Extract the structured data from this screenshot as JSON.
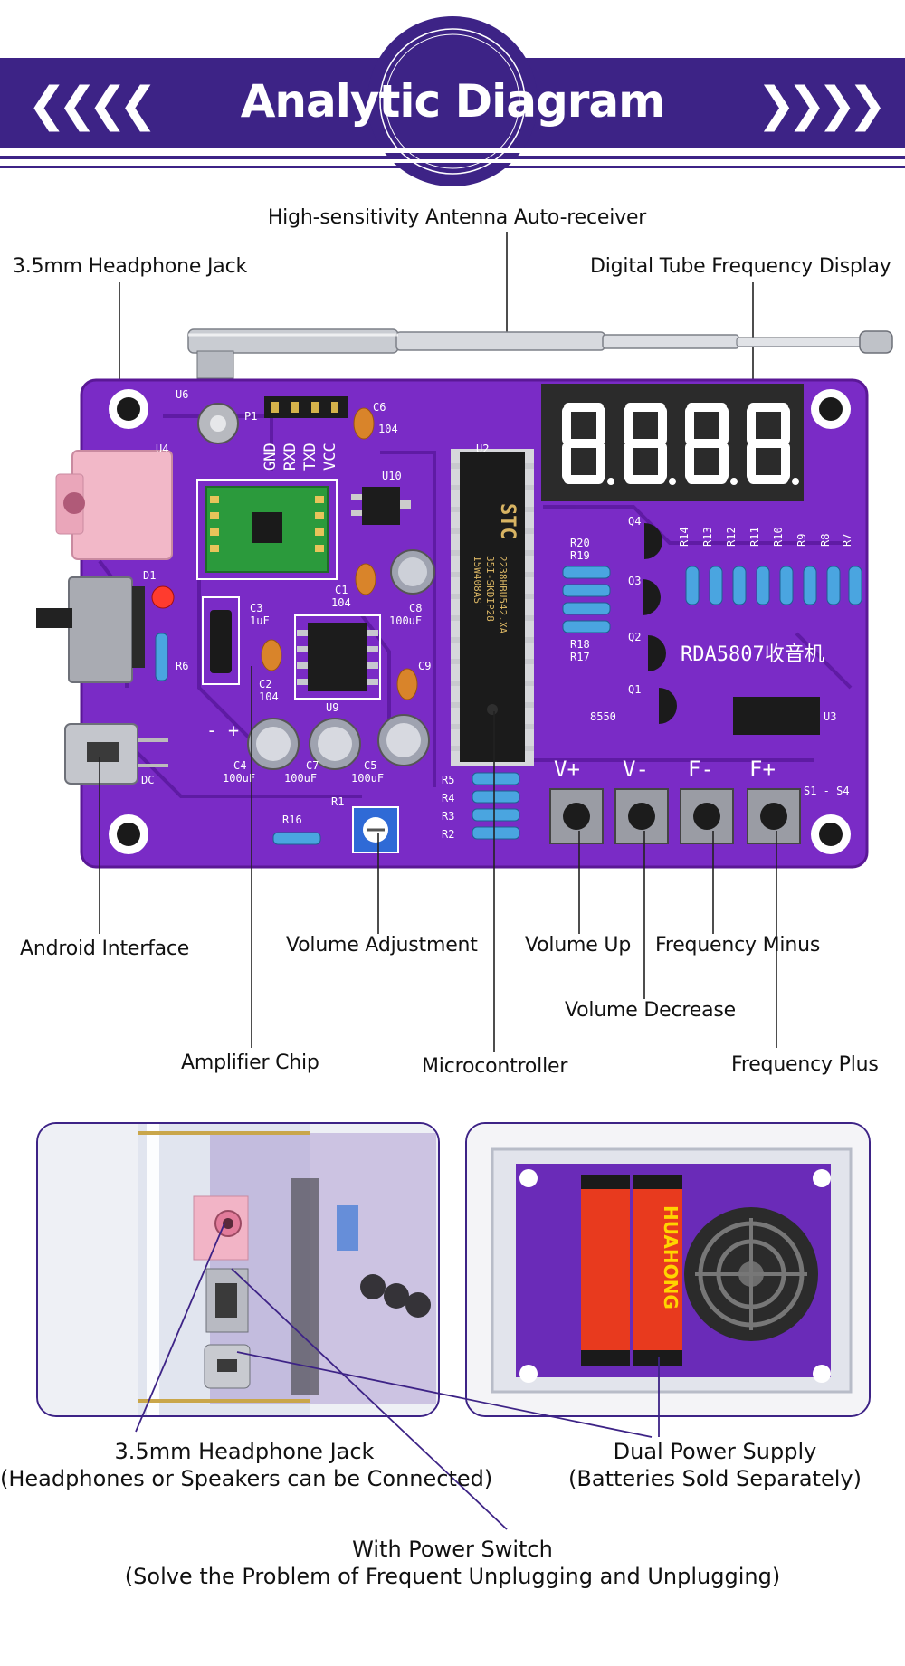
{
  "header": {
    "title": "Analytic Diagram",
    "left_arrows": "❮❮❮❮",
    "right_arrows": "❯❯❯❯"
  },
  "colors": {
    "banner": "#3d2386",
    "pcb": "#7a2bc6",
    "leader_line": "#222222",
    "photo_line": "#3d2386"
  },
  "labels": {
    "antenna": "High-sensitivity Antenna Auto-receiver",
    "headphone_jack": "3.5mm Headphone Jack",
    "display": "Digital Tube Frequency Display",
    "android": "Android Interface",
    "volume_adjust": "Volume Adjustment",
    "volume_up": "Volume Up",
    "freq_minus": "Frequency Minus",
    "volume_decrease": "Volume Decrease",
    "amplifier": "Amplifier Chip",
    "mcu": "Microcontroller",
    "freq_plus": "Frequency Plus"
  },
  "pcb": {
    "display_digits": "8.8.8.8",
    "header_pins": [
      "GND",
      "RXD",
      "TXD",
      "VCC"
    ],
    "silkscreen": {
      "u6": "U6",
      "p1": "P1",
      "c6": "C6",
      "c6v": "104",
      "u4": "U4",
      "u2": "U2",
      "u10": "U10",
      "d1": "D1",
      "r6": "R6",
      "c3": "C3",
      "c3v": "1uF",
      "c2": "C2",
      "c2v": "104",
      "c1": "C1",
      "c1v": "104",
      "c8": "C8",
      "c8v": "100uF",
      "c9": "C9",
      "u9": "U9",
      "c4": "C4",
      "c4v": "100uF",
      "c7": "C7",
      "c7v": "100uF",
      "c5": "C5",
      "c5v": "100uF",
      "r1": "R1",
      "r16": "R16",
      "r5": "R5",
      "r4": "R4",
      "r3": "R3",
      "r2": "R2",
      "dc": "DC",
      "r20": "R20",
      "r19": "R19",
      "r18": "R18",
      "r17": "R17",
      "q4": "Q4",
      "q3": "Q3",
      "q2": "Q2",
      "q1": "Q1",
      "q_model": "8550",
      "u3": "U3",
      "s1s4": "S1 - S4",
      "minus": "-",
      "plus": "+",
      "r14": "R14",
      "r13": "R13",
      "r12": "R12",
      "r11": "R11",
      "r10": "R10",
      "r9": "R9",
      "r8": "R8",
      "r7": "R7",
      "module": "RDA5807收音机",
      "chip_brand": "STC",
      "chip_model": "15W408AS",
      "chip_line2": "35I-SKDIP28",
      "chip_line3": "2238HBU542.XA"
    },
    "buttons": [
      "V+",
      "V-",
      "F-",
      "F+"
    ]
  },
  "photos": {
    "battery_brand": "HUAHONG"
  },
  "bottom_labels": {
    "jack_title": "3.5mm Headphone Jack",
    "jack_desc": "(Headphones or Speakers can be Connected)",
    "power_title": "Dual Power Supply",
    "power_desc": "(Batteries Sold Separately)",
    "switch_title": "With Power Switch",
    "switch_desc": "(Solve the Problem of Frequent Unplugging and Unplugging)"
  }
}
